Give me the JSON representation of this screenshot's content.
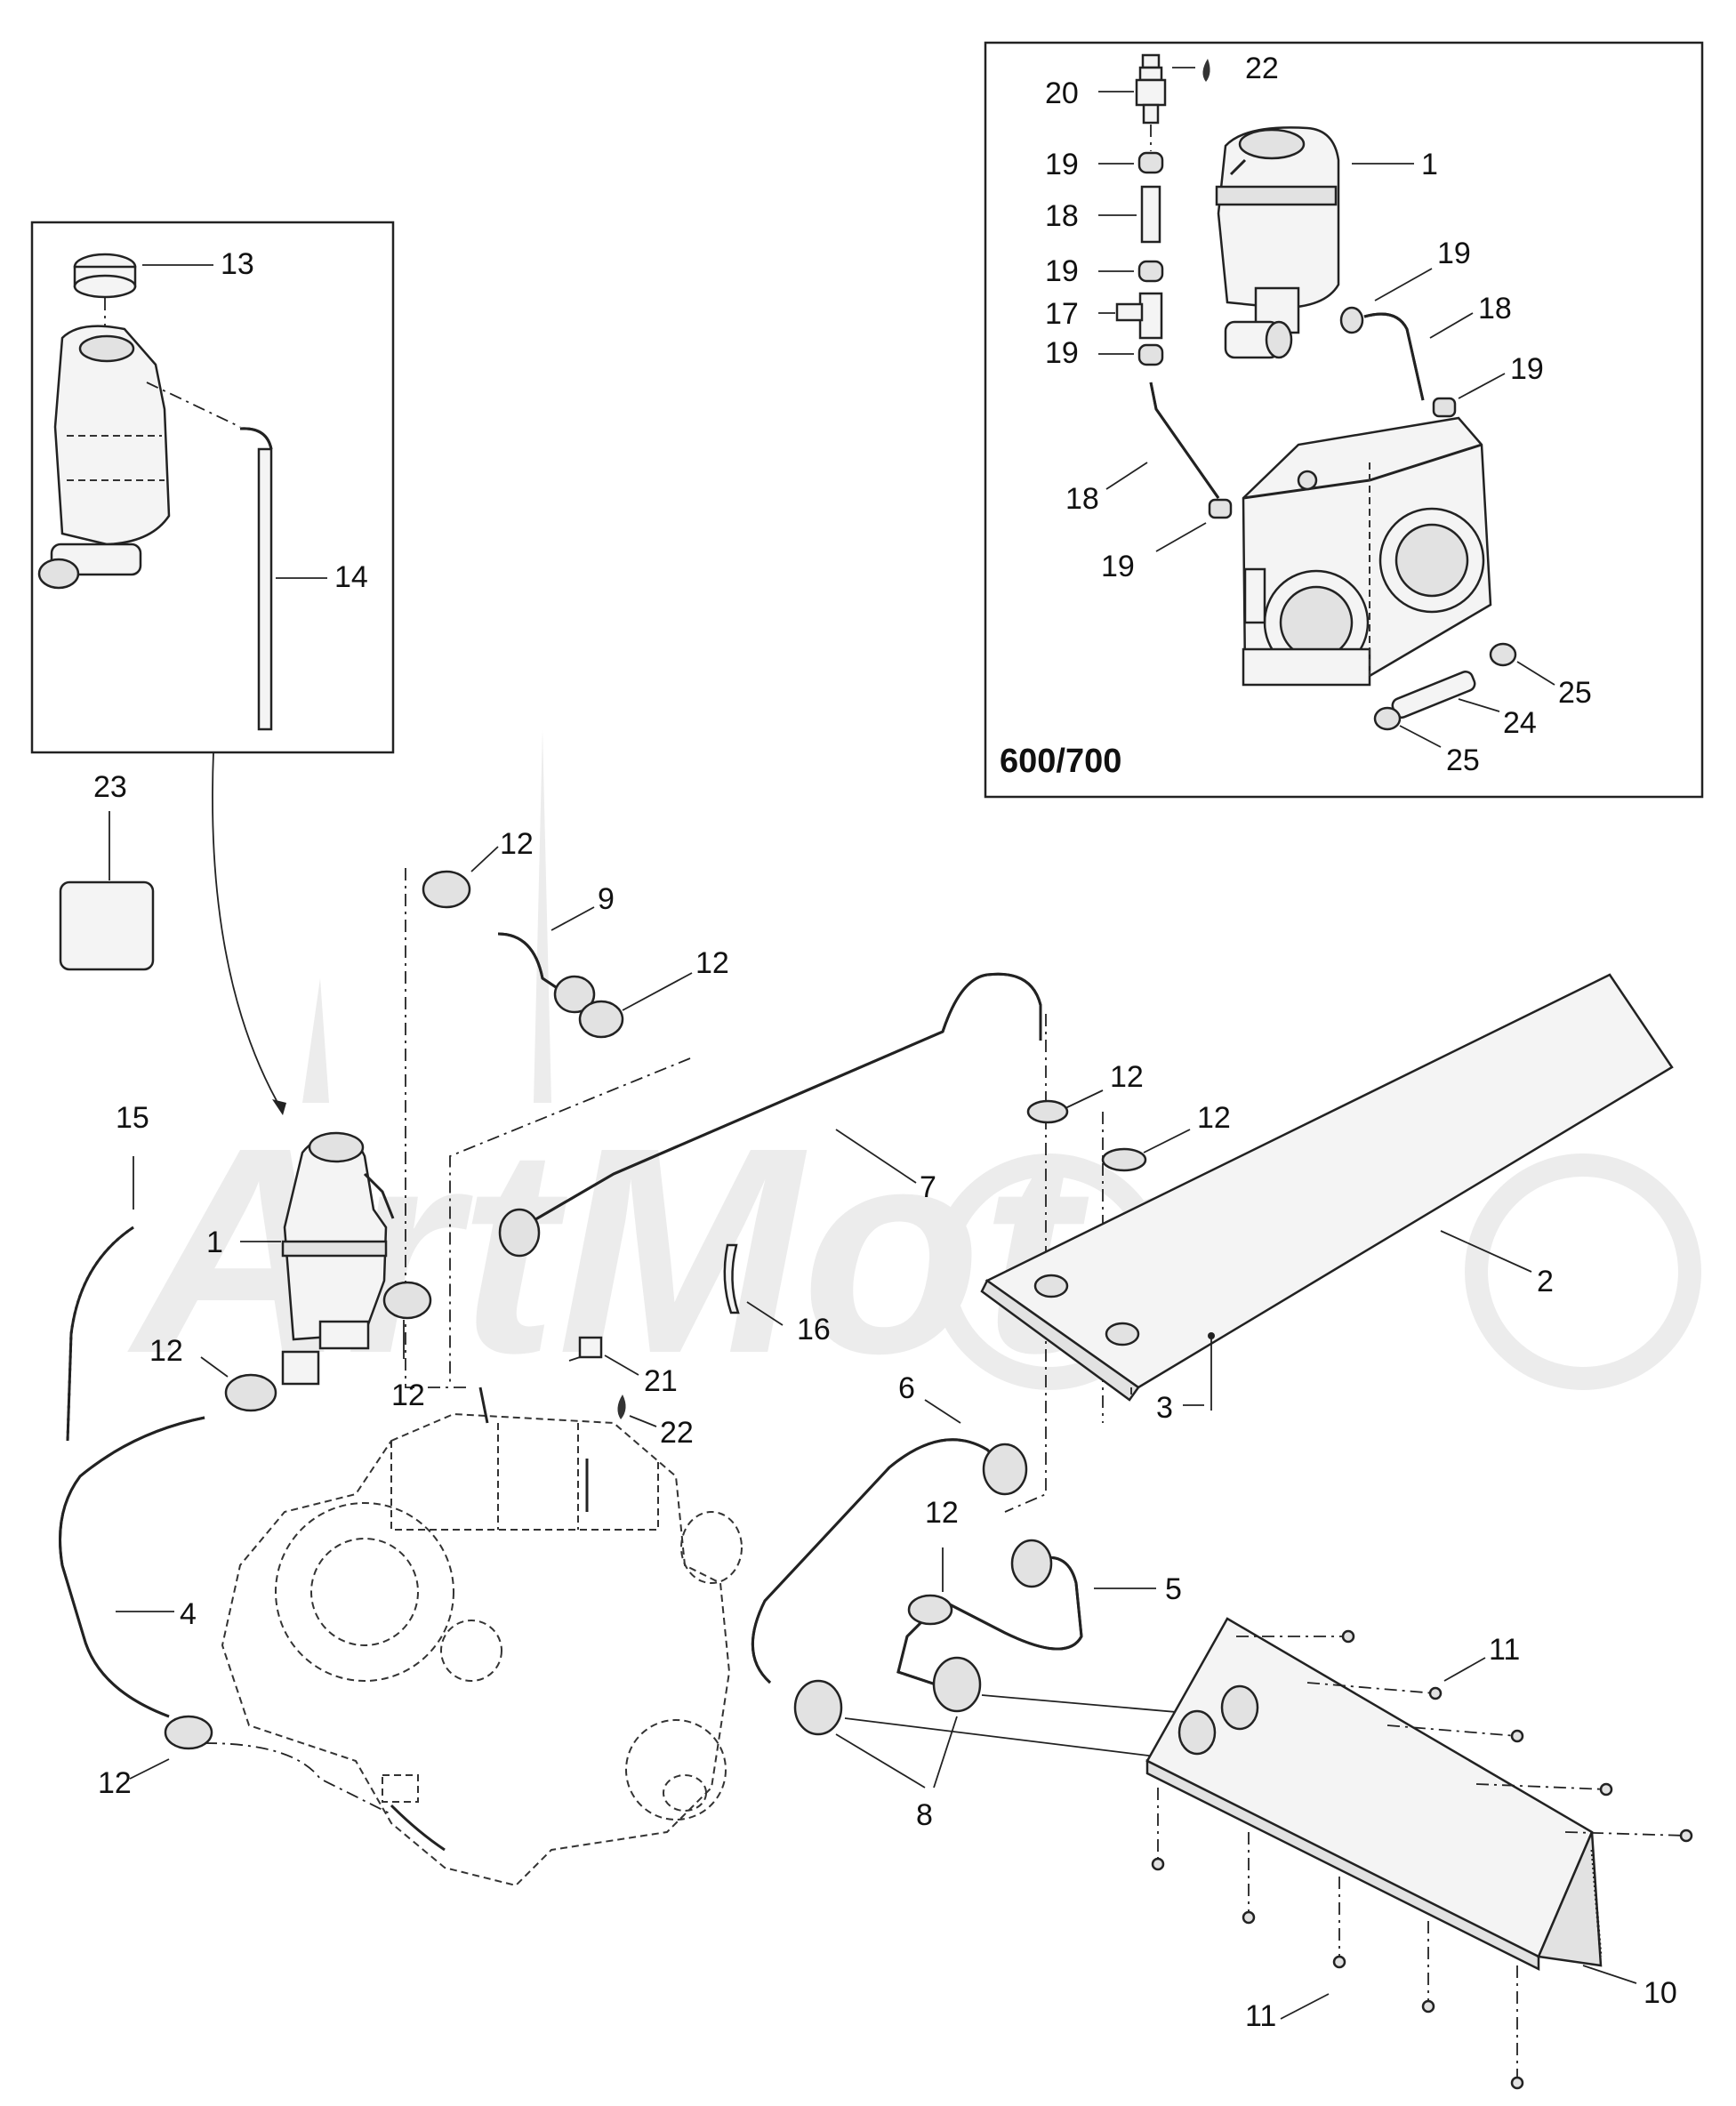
{
  "inset_variant_label": "600/700",
  "watermark_text": "ArtMoto",
  "callouts": {
    "inset_a": {
      "c13": "13",
      "c14": "14"
    },
    "c23": "23",
    "inset_b": {
      "c22": "22",
      "c20": "20",
      "c19a": "19",
      "c1": "1",
      "c18a": "18",
      "c19b": "19",
      "c19c": "19",
      "c18b": "18",
      "c17": "17",
      "c19d": "19",
      "c19e": "19",
      "c18c": "18",
      "c19f": "19",
      "c25a": "25",
      "c24": "24",
      "c25b": "25"
    },
    "main": {
      "c12a": "12",
      "c9": "9",
      "c12b": "12",
      "c12c": "12",
      "c12d": "12",
      "c15": "15",
      "c1": "1",
      "c7": "7",
      "c2": "2",
      "c16": "16",
      "c12e": "12",
      "c12f": "12",
      "c21": "21",
      "c22": "22",
      "c3": "3",
      "c6": "6",
      "c12g": "12",
      "c5": "5",
      "c4": "4",
      "c11a": "11",
      "c12h": "12",
      "c8": "8",
      "c10": "10",
      "c11b": "11"
    }
  }
}
